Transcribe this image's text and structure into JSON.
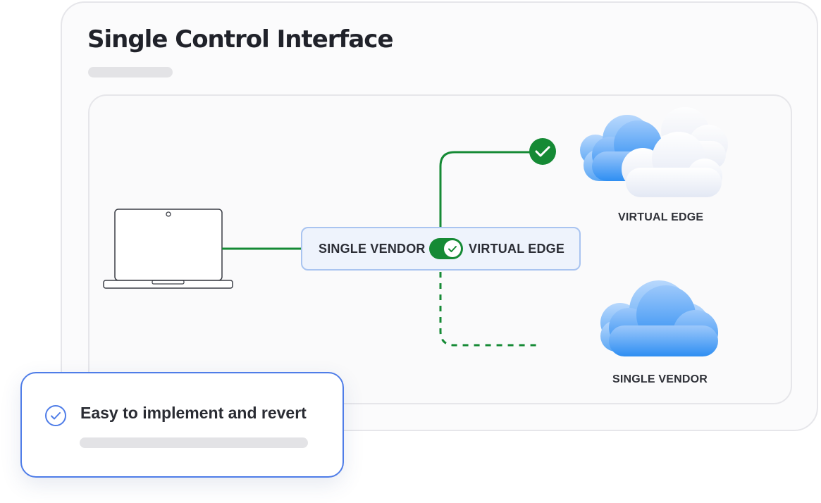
{
  "header": {
    "title": "Single Control Interface"
  },
  "switch": {
    "left_label": "SINGLE VENDOR",
    "right_label": "VIRTUAL EDGE",
    "state": "on",
    "active_color": "#158A35"
  },
  "clouds": {
    "top_label": "VIRTUAL EDGE",
    "bottom_label": "SINGLE VENDOR"
  },
  "callout": {
    "text": "Easy to implement and revert",
    "accent_color": "#4F7DE8"
  },
  "colors": {
    "connection_active": "#158A35",
    "cloud_blue": "#3B95F5",
    "cloud_white": "#F4F6FB"
  },
  "icons": {
    "device": "laptop-icon",
    "status": "check-circle-icon",
    "toggle": "toggle-switch-icon",
    "cloud": "cloud-icon"
  }
}
